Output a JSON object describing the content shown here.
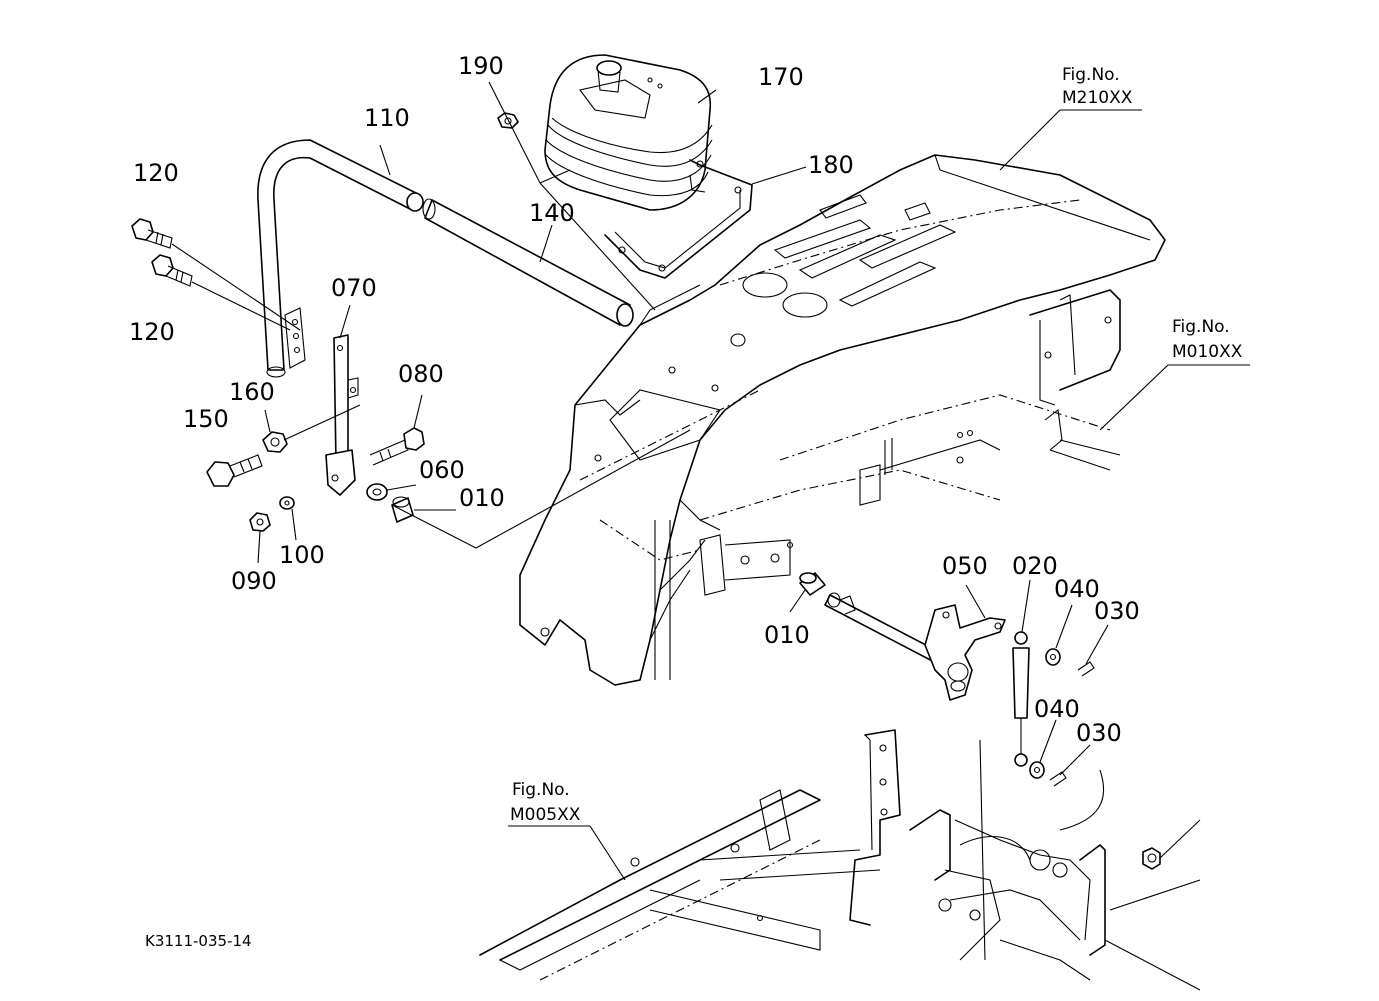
{
  "figure_code": "K3111-035-14",
  "fig_refs": [
    {
      "caption": "Fig.No.",
      "code": "M210XX"
    },
    {
      "caption": "Fig.No.",
      "code": "M010XX"
    },
    {
      "caption": "Fig.No.",
      "code": "M005XX"
    }
  ],
  "parts": [
    {
      "number": "190"
    },
    {
      "number": "170"
    },
    {
      "number": "110"
    },
    {
      "number": "180"
    },
    {
      "number": "120"
    },
    {
      "number": "140"
    },
    {
      "number": "120"
    },
    {
      "number": "070"
    },
    {
      "number": "160"
    },
    {
      "number": "080"
    },
    {
      "number": "150"
    },
    {
      "number": "060"
    },
    {
      "number": "010"
    },
    {
      "number": "090"
    },
    {
      "number": "100"
    },
    {
      "number": "050"
    },
    {
      "number": "020"
    },
    {
      "number": "040"
    },
    {
      "number": "030"
    },
    {
      "number": "010"
    },
    {
      "number": "040"
    },
    {
      "number": "030"
    }
  ]
}
